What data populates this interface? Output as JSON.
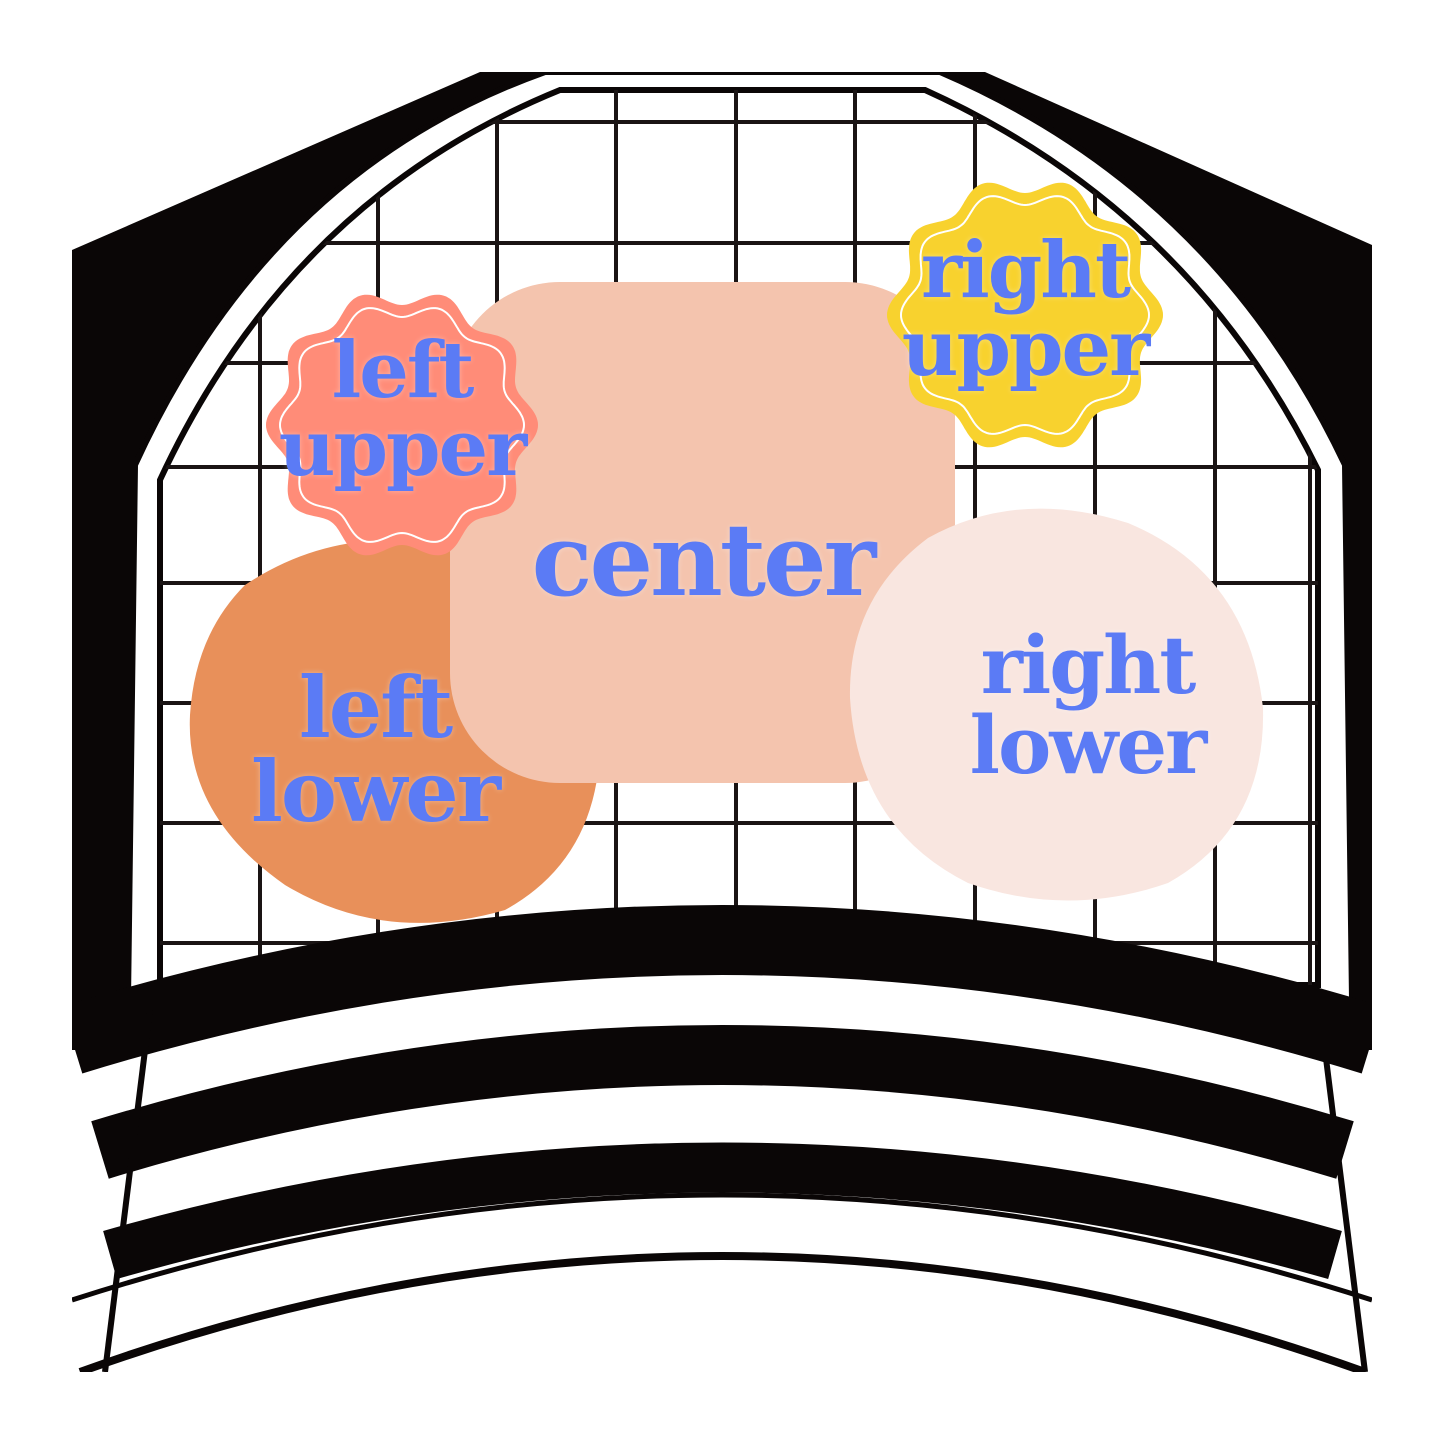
{
  "colors": {
    "text": "#5b7bf5",
    "center": "#f4c4ae",
    "left_upper": "#ff8c78",
    "left_lower": "#e8905a",
    "right_upper": "#f8d22e",
    "right_lower": "#f9e6e0",
    "hat_ink": "#0a0606"
  },
  "zones": {
    "center": {
      "line1": "center"
    },
    "left_upper": {
      "line1": "left",
      "line2": "upper"
    },
    "left_lower": {
      "line1": "left",
      "line2": "lower"
    },
    "right_upper": {
      "line1": "right",
      "line2": "upper"
    },
    "right_lower": {
      "line1": "right",
      "line2": "lower"
    }
  }
}
